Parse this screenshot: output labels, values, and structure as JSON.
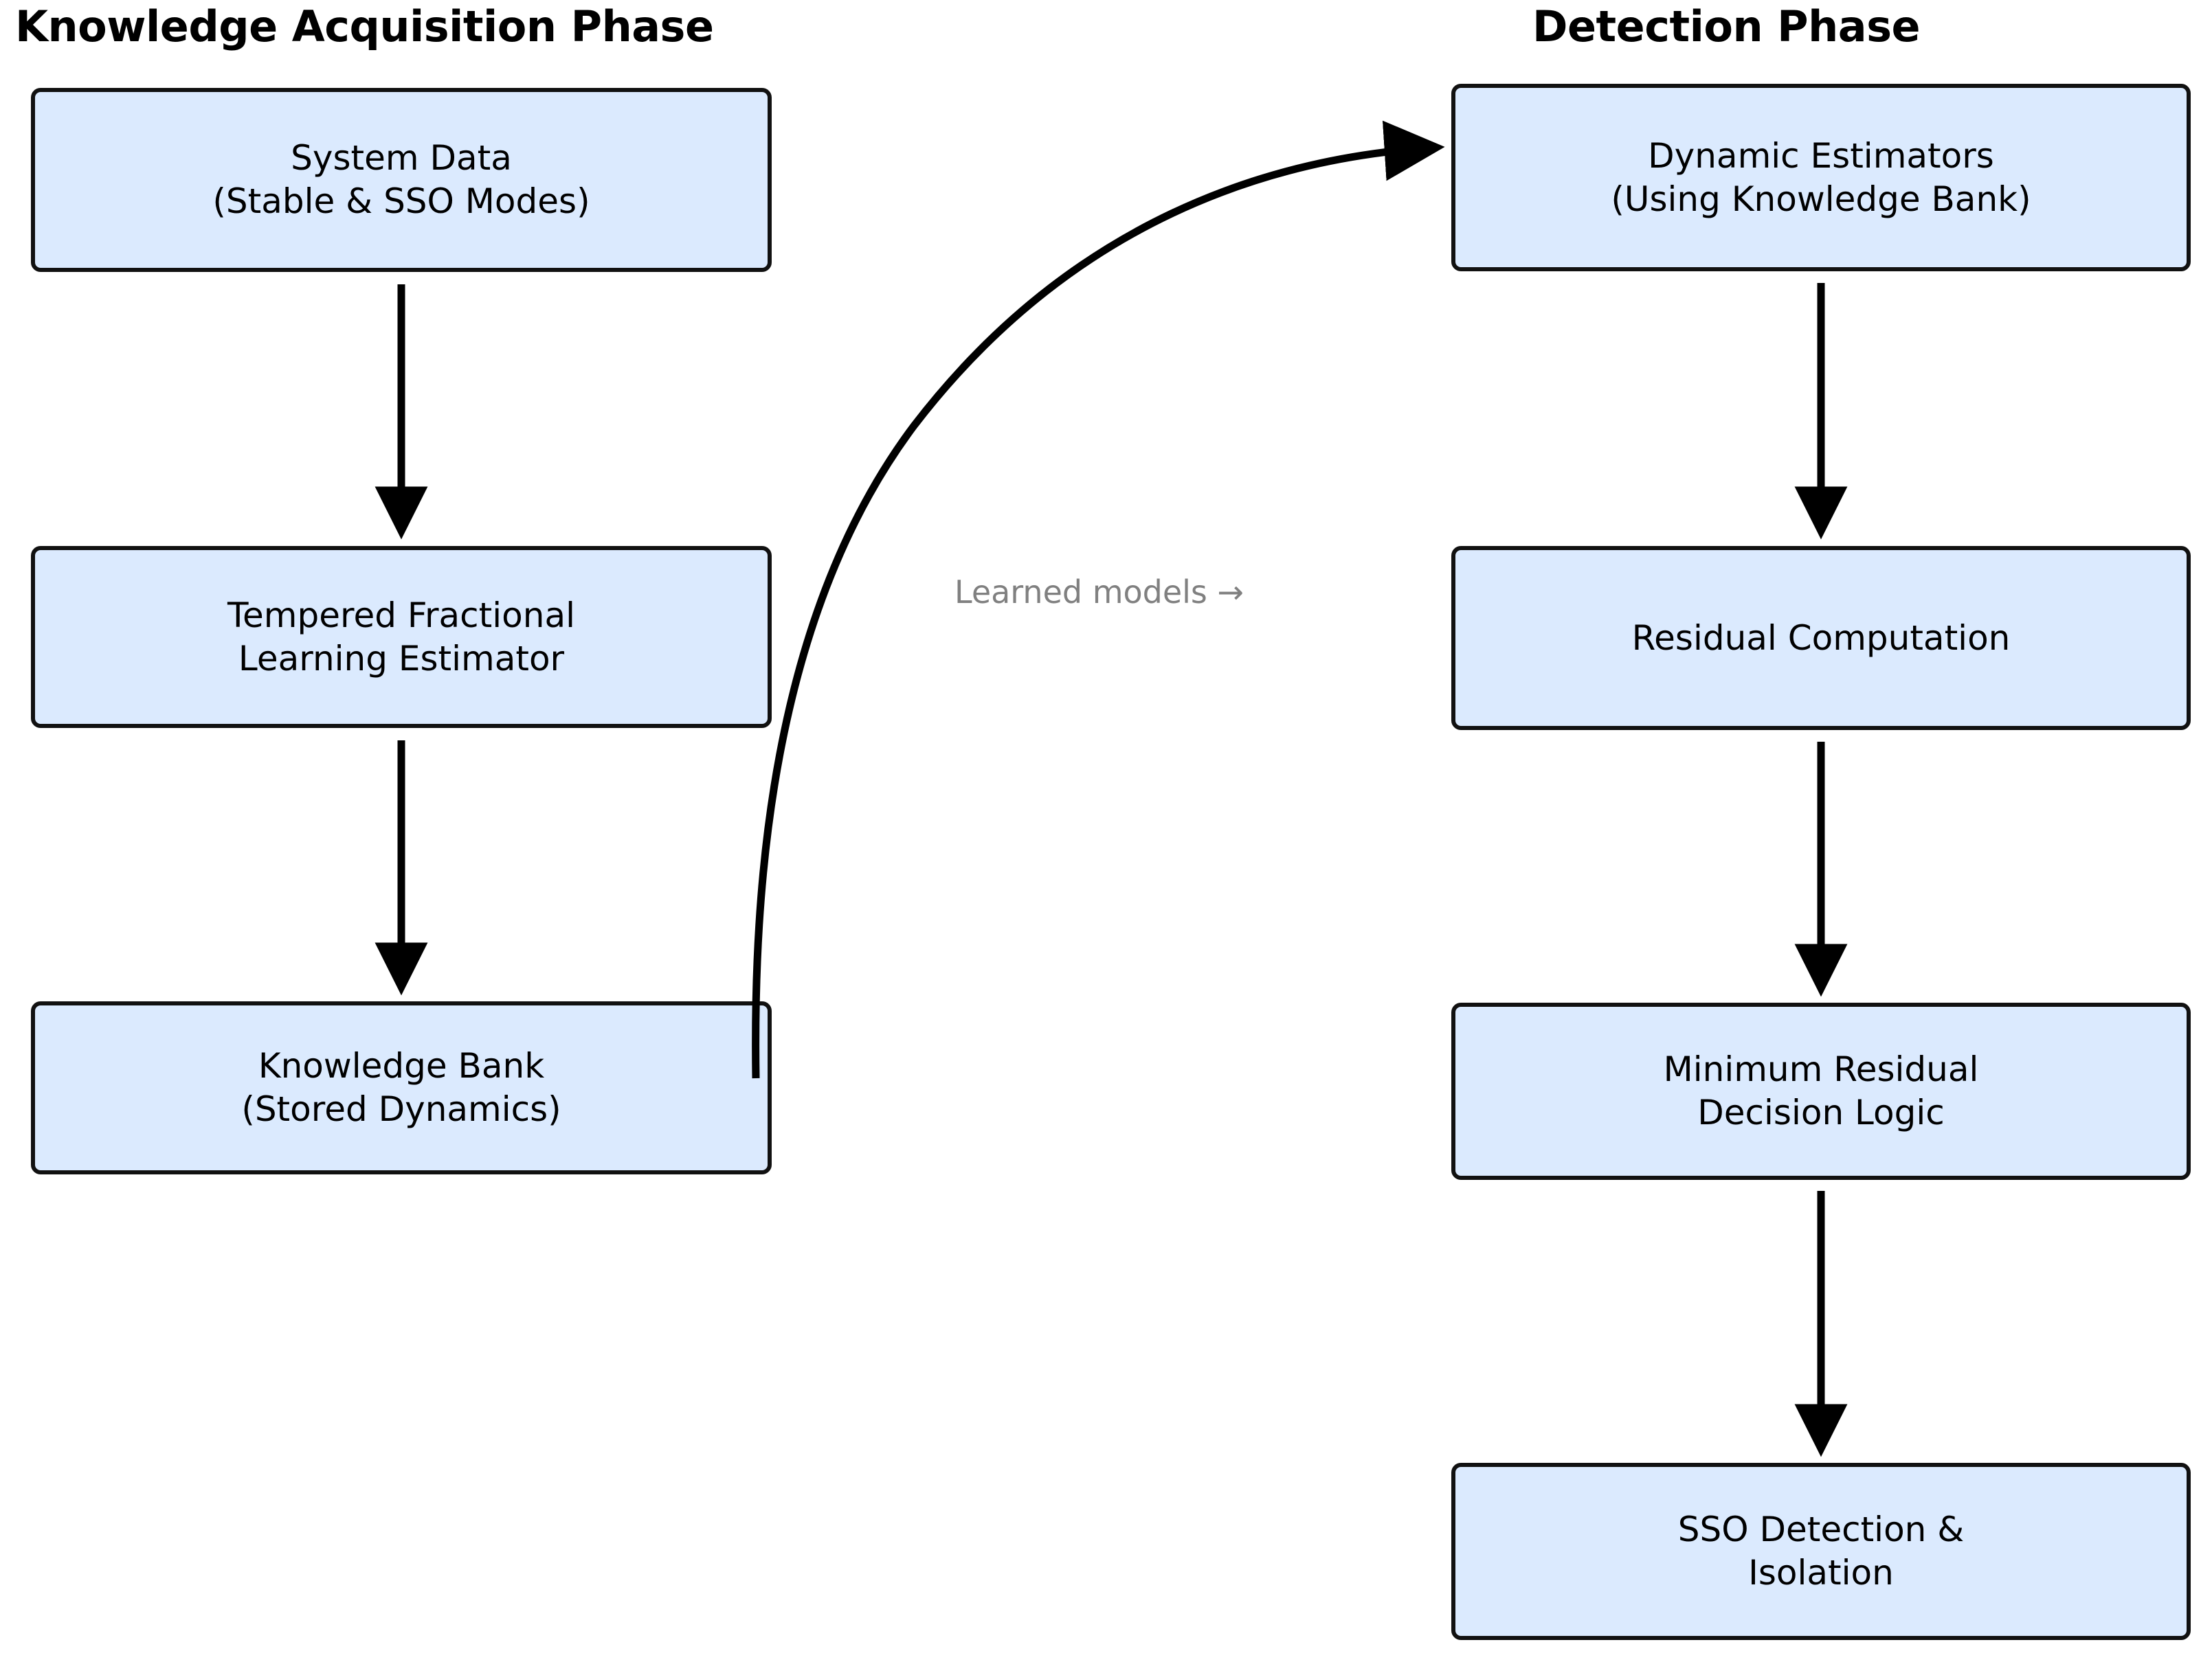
{
  "diagram": {
    "title_left": "Knowledge Acquisition Phase",
    "title_right": "Detection Phase",
    "background_color": "#ffffff",
    "node_fill_color": "#dbeafe",
    "node_border_color": "#111111",
    "edge_color": "#000000",
    "edge_label_color": "#808080"
  },
  "phases": {
    "left": {
      "title": "Knowledge Acquisition Phase",
      "nodes": [
        {
          "id": "system-data",
          "label": "System Data\n(Stable & SSO Modes)"
        },
        {
          "id": "tempered-fractional-learning-estimator",
          "label": "Tempered Fractional\nLearning Estimator"
        },
        {
          "id": "knowledge-bank",
          "label": "Knowledge Bank\n(Stored Dynamics)"
        }
      ]
    },
    "right": {
      "title": "Detection Phase",
      "nodes": [
        {
          "id": "dynamic-estimators",
          "label": "Dynamic Estimators\n(Using Knowledge Bank)"
        },
        {
          "id": "residual-computation",
          "label": "Residual Computation"
        },
        {
          "id": "minimum-residual-decision-logic",
          "label": "Minimum Residual\nDecision Logic"
        },
        {
          "id": "sso-detection-isolation",
          "label": "SSO Detection &\nIsolation"
        }
      ]
    }
  },
  "edges": [
    {
      "id": "system-data-to-tfle",
      "from": "system-data",
      "to": "tempered-fractional-learning-estimator",
      "label": "",
      "style": "straight-arrow"
    },
    {
      "id": "tfle-to-knowledge-bank",
      "from": "tempered-fractional-learning-estimator",
      "to": "knowledge-bank",
      "label": "",
      "style": "straight-arrow"
    },
    {
      "id": "knowledge-bank-to-dynamic-estimators",
      "from": "knowledge-bank",
      "to": "dynamic-estimators",
      "label": "Learned models →",
      "style": "curved-arrow"
    },
    {
      "id": "dynamic-estimators-to-residual-computation",
      "from": "dynamic-estimators",
      "to": "residual-computation",
      "label": "",
      "style": "straight-arrow"
    },
    {
      "id": "residual-computation-to-min-residual",
      "from": "residual-computation",
      "to": "minimum-residual-decision-logic",
      "label": "",
      "style": "straight-arrow"
    },
    {
      "id": "min-residual-to-sso-detection",
      "from": "minimum-residual-decision-logic",
      "to": "sso-detection-isolation",
      "label": "",
      "style": "straight-arrow"
    }
  ]
}
